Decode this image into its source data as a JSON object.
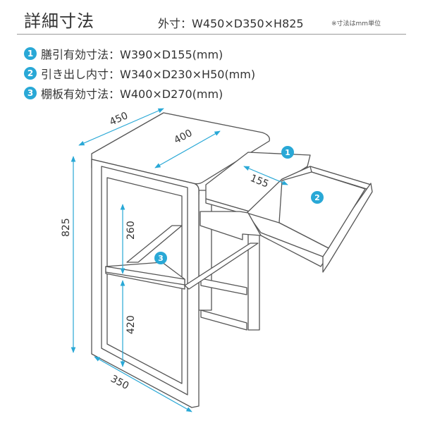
{
  "header": {
    "title": "詳細寸法",
    "outer_dimensions": "外寸：W450×D350×H825",
    "unit_note": "※寸法はmm単位"
  },
  "specs": [
    {
      "number": "1",
      "label": "膳引有効寸法",
      "value": "：W390×D155(mm)"
    },
    {
      "number": "2",
      "label": "引き出し内寸",
      "value": "：W340×D230×H50(mm)"
    },
    {
      "number": "3",
      "label": "棚板有効寸法",
      "value": "：W400×D270(mm)"
    }
  ],
  "drawing": {
    "dimensions": {
      "top_width": "450",
      "inner_width": "400",
      "slide_depth": "155",
      "height": "825",
      "upper_gap": "260",
      "lower_gap": "420",
      "depth": "350"
    },
    "markers": [
      "1",
      "2",
      "3"
    ],
    "colors": {
      "accent": "#29a8d6",
      "line": "#555555",
      "furniture_fill": "#ffffff"
    }
  }
}
